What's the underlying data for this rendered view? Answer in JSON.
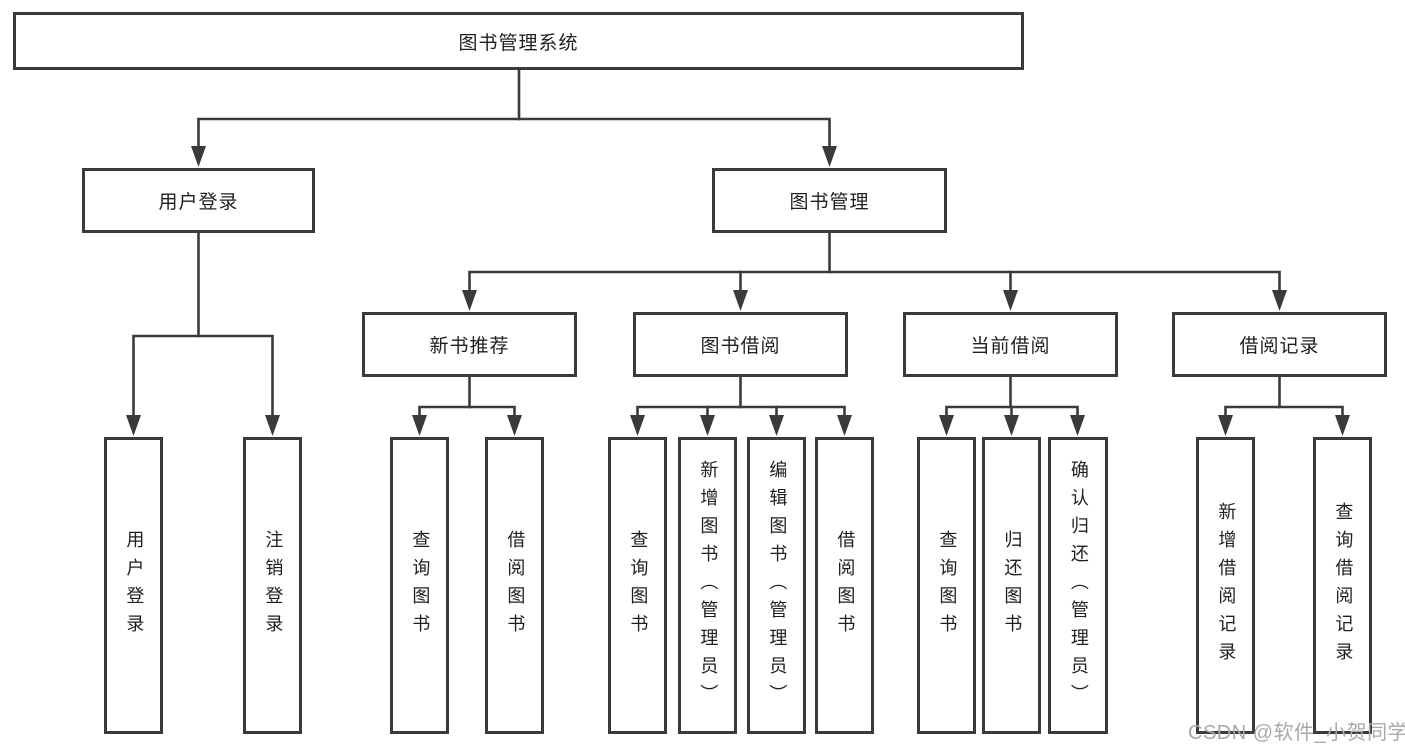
{
  "colors": {
    "line": "#3a3a3a",
    "text": "#1f1f1f",
    "box-bg": "#ffffff",
    "watermark": "#a9a9a9"
  },
  "tree": {
    "label": "图书管理系统",
    "children": [
      {
        "label": "用户登录",
        "children": [
          {
            "label": "用户登录"
          },
          {
            "label": "注销登录"
          }
        ]
      },
      {
        "label": "图书管理",
        "children": [
          {
            "label": "新书推荐",
            "children": [
              {
                "label": "查询图书"
              },
              {
                "label": "借阅图书"
              }
            ]
          },
          {
            "label": "图书借阅",
            "children": [
              {
                "label": "查询图书"
              },
              {
                "label": "新增图书（管理员）"
              },
              {
                "label": "编辑图书（管理员）"
              },
              {
                "label": "借阅图书"
              }
            ]
          },
          {
            "label": "当前借阅",
            "children": [
              {
                "label": "查询图书"
              },
              {
                "label": "归还图书"
              },
              {
                "label": "确认归还（管理员）"
              }
            ]
          },
          {
            "label": "借阅记录",
            "children": [
              {
                "label": "新增借阅记录"
              },
              {
                "label": "查询借阅记录"
              }
            ]
          }
        ]
      }
    ]
  },
  "watermark": "CSDN @软件_小贺同学"
}
